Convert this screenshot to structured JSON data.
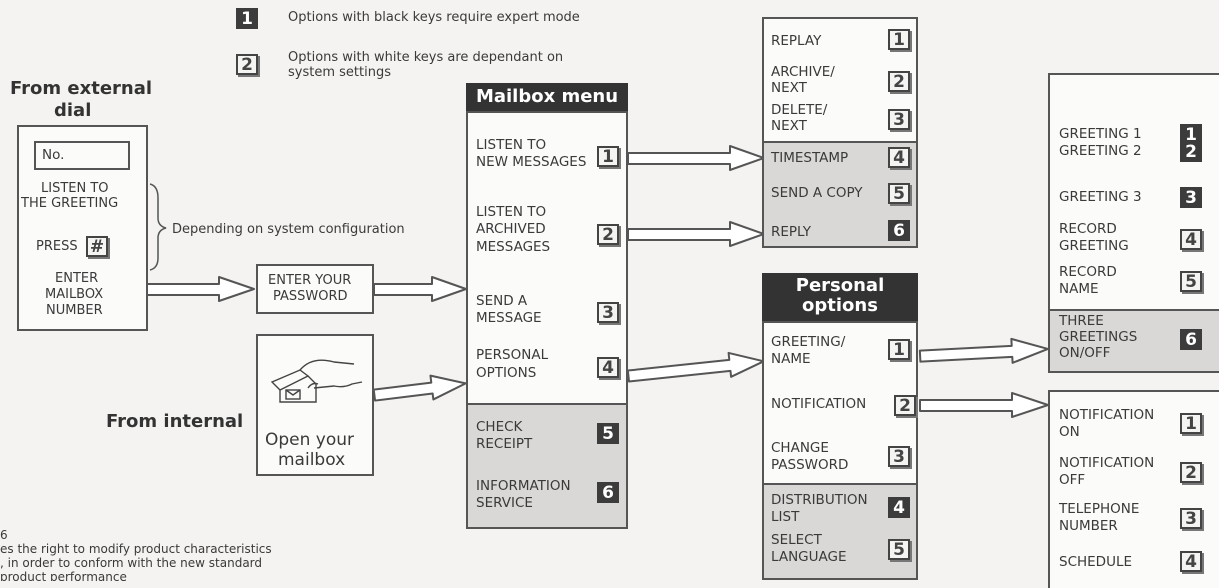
{
  "legend": {
    "black_key": "1",
    "black_text": "Options with black keys require expert mode",
    "white_key": "2",
    "white_text_1": "Options with white keys are dependant on",
    "white_text_2": "system settings"
  },
  "external": {
    "title_1": "From external",
    "title_2": "dial",
    "no_field": "No.",
    "listen_1": "LISTEN TO",
    "listen_2": "THE GREETING",
    "press": "PRESS",
    "hash_key": "#",
    "enter_1": "ENTER",
    "enter_2": "MAILBOX",
    "enter_3": "NUMBER",
    "depending": "Depending on system configuration"
  },
  "password": {
    "line1": "ENTER YOUR",
    "line2": "PASSWORD"
  },
  "internal": {
    "title": "From internal",
    "open_1": "Open your",
    "open_2": "mailbox"
  },
  "mailbox_menu": {
    "title": "Mailbox menu",
    "items": [
      {
        "l1": "LISTEN TO",
        "l2": "NEW MESSAGES",
        "l3": "",
        "key": "1"
      },
      {
        "l1": "LISTEN TO",
        "l2": "ARCHIVED",
        "l3": "MESSAGES",
        "key": "2"
      },
      {
        "l1": "SEND A",
        "l2": "MESSAGE",
        "l3": "",
        "key": "3"
      },
      {
        "l1": "PERSONAL",
        "l2": "OPTIONS",
        "l3": "",
        "key": "4"
      },
      {
        "l1": "CHECK",
        "l2": "RECEIPT",
        "l3": "",
        "key": "5"
      },
      {
        "l1": "INFORMATION",
        "l2": "SERVICE",
        "l3": "",
        "key": "6"
      }
    ]
  },
  "message_menu": {
    "items": [
      {
        "l1": "REPLAY",
        "l2": "",
        "key": "1"
      },
      {
        "l1": "ARCHIVE/",
        "l2": "NEXT",
        "key": "2"
      },
      {
        "l1": "DELETE/",
        "l2": "NEXT",
        "key": "3"
      },
      {
        "l1": "TIMESTAMP",
        "l2": "",
        "key": "4"
      },
      {
        "l1": "SEND A COPY",
        "l2": "",
        "key": "5"
      },
      {
        "l1": "REPLY",
        "l2": "",
        "key": "6"
      }
    ]
  },
  "personal_options": {
    "title_1": "Personal",
    "title_2": "options",
    "items": [
      {
        "l1": "GREETING/",
        "l2": "NAME",
        "key": "1"
      },
      {
        "l1": "NOTIFICATION",
        "l2": "",
        "key": "2"
      },
      {
        "l1": "CHANGE",
        "l2": "PASSWORD",
        "key": "3"
      },
      {
        "l1": "DISTRIBUTION",
        "l2": "LIST",
        "key": "4"
      },
      {
        "l1": "SELECT",
        "l2": "LANGUAGE",
        "key": "5"
      }
    ]
  },
  "greeting_menu": {
    "items": [
      {
        "l1": "GREETING 1",
        "l2": "",
        "l3": "",
        "key": "1"
      },
      {
        "l1": "GREETING 2",
        "l2": "",
        "l3": "",
        "key": "2"
      },
      {
        "l1": "GREETING 3",
        "l2": "",
        "l3": "",
        "key": "3"
      },
      {
        "l1": "RECORD",
        "l2": "GREETING",
        "l3": "",
        "key": "4"
      },
      {
        "l1": "RECORD",
        "l2": "NAME",
        "l3": "",
        "key": "5"
      },
      {
        "l1": "THREE",
        "l2": "GREETINGS",
        "l3": "ON/OFF",
        "key": "6"
      }
    ]
  },
  "notification_menu": {
    "items": [
      {
        "l1": "NOTIFICATION",
        "l2": "ON",
        "key": "1"
      },
      {
        "l1": "NOTIFICATION",
        "l2": "OFF",
        "key": "2"
      },
      {
        "l1": "TELEPHONE",
        "l2": "NUMBER",
        "key": "3"
      },
      {
        "l1": "SCHEDULE",
        "l2": "",
        "key": "4"
      }
    ]
  },
  "footer": {
    "line1": "6",
    "line2": "es the right to modify product characteristics",
    "line3": ", in order to conform with the new standard",
    "line4": "product performance"
  }
}
